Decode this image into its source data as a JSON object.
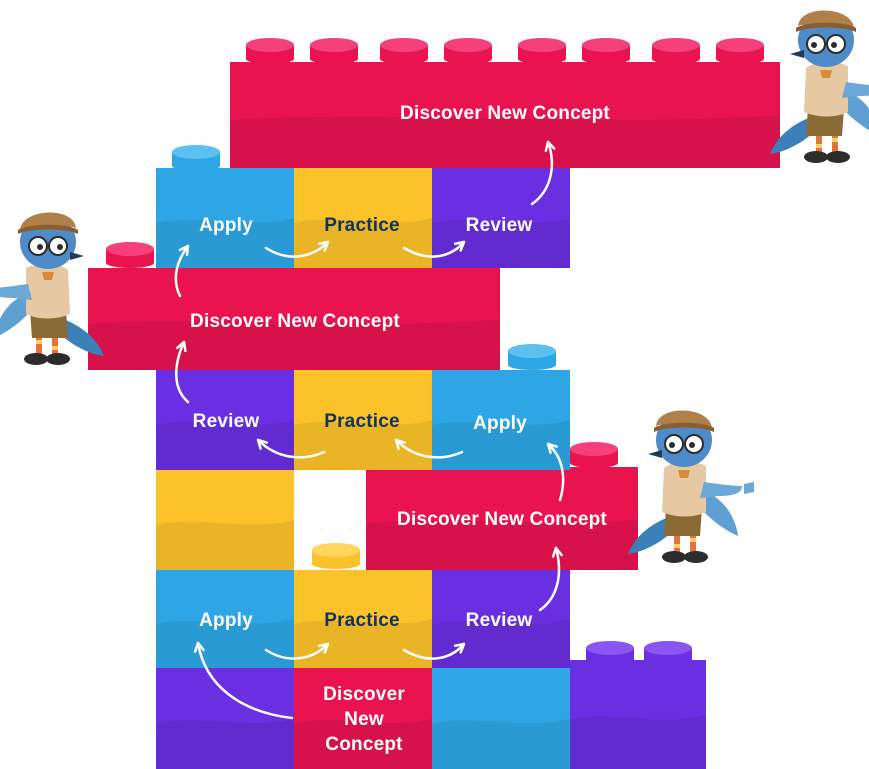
{
  "colors": {
    "red": "#e8134f",
    "red_light": "#f5407a",
    "yellow": "#fcc22a",
    "yellow_light": "#ffd75e",
    "blue": "#2ea6e6",
    "blue_light": "#5cc1f0",
    "purple": "#6a2fe0",
    "purple_light": "#8a55f0",
    "dark_text": "#12335c",
    "light_text": "#ffffff"
  },
  "labels": {
    "top_discover": "Discover New Concept",
    "row2_apply": "Apply",
    "row2_practice": "Practice",
    "row2_review": "Review",
    "mid_discover": "Discover New Concept",
    "row4_review": "Review",
    "row4_practice": "Practice",
    "row4_apply": "Apply",
    "right_discover": "Discover New Concept",
    "row6_apply": "Apply",
    "row6_practice": "Practice",
    "row6_review": "Review",
    "bottom_discover_line1": "Discover",
    "bottom_discover_line2": "New",
    "bottom_discover_line3": "Concept"
  },
  "characters": [
    "bird-mascot",
    "bird-mascot",
    "bird-mascot"
  ]
}
